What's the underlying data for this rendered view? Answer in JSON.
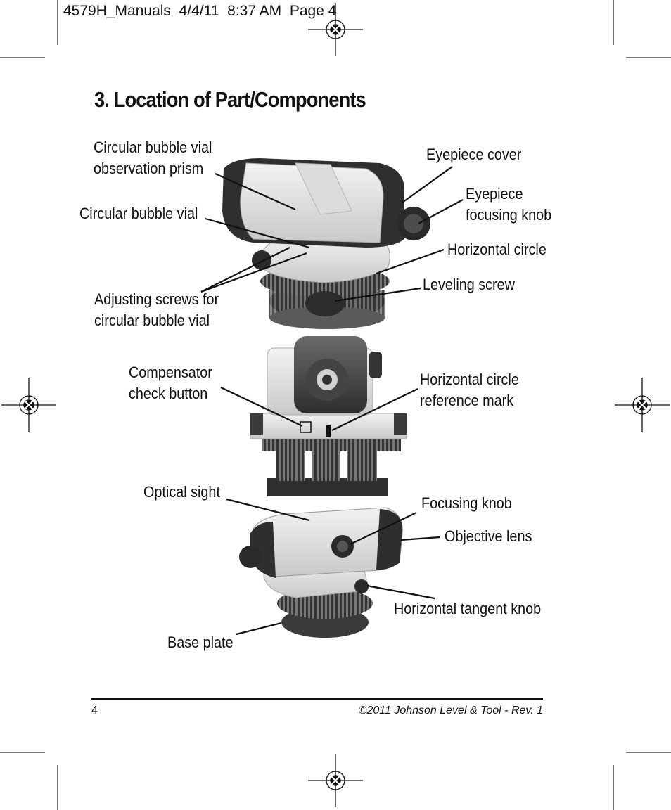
{
  "slug_line": "4579H_Manuals  4/4/11  8:37 AM  Page 4",
  "title": "3. Location of Part/Components",
  "labels": {
    "circular_bubble_vial_prism": [
      "Circular bubble vial",
      "observation prism"
    ],
    "circular_bubble_vial": [
      "Circular bubble vial"
    ],
    "adjusting_screws": [
      "Adjusting screws for",
      "circular bubble vial"
    ],
    "eyepiece_cover": [
      "Eyepiece cover"
    ],
    "eyepiece_focusing_knob": [
      "Eyepiece",
      "focusing knob"
    ],
    "horizontal_circle": [
      "Horizontal circle"
    ],
    "leveling_screw": [
      "Leveling screw"
    ],
    "compensator_check_button": [
      "Compensator",
      "check button"
    ],
    "horizontal_circle_reference_mark": [
      "Horizontal circle",
      "reference mark"
    ],
    "optical_sight": [
      "Optical sight"
    ],
    "focusing_knob": [
      "Focusing knob"
    ],
    "objective_lens": [
      "Objective lens"
    ],
    "horizontal_tangent_knob": [
      "Horizontal tangent knob"
    ],
    "base_plate": [
      "Base plate"
    ]
  },
  "footer": {
    "page_number": "4",
    "copyright": "©2011 Johnson Level & Tool - Rev. 1"
  }
}
